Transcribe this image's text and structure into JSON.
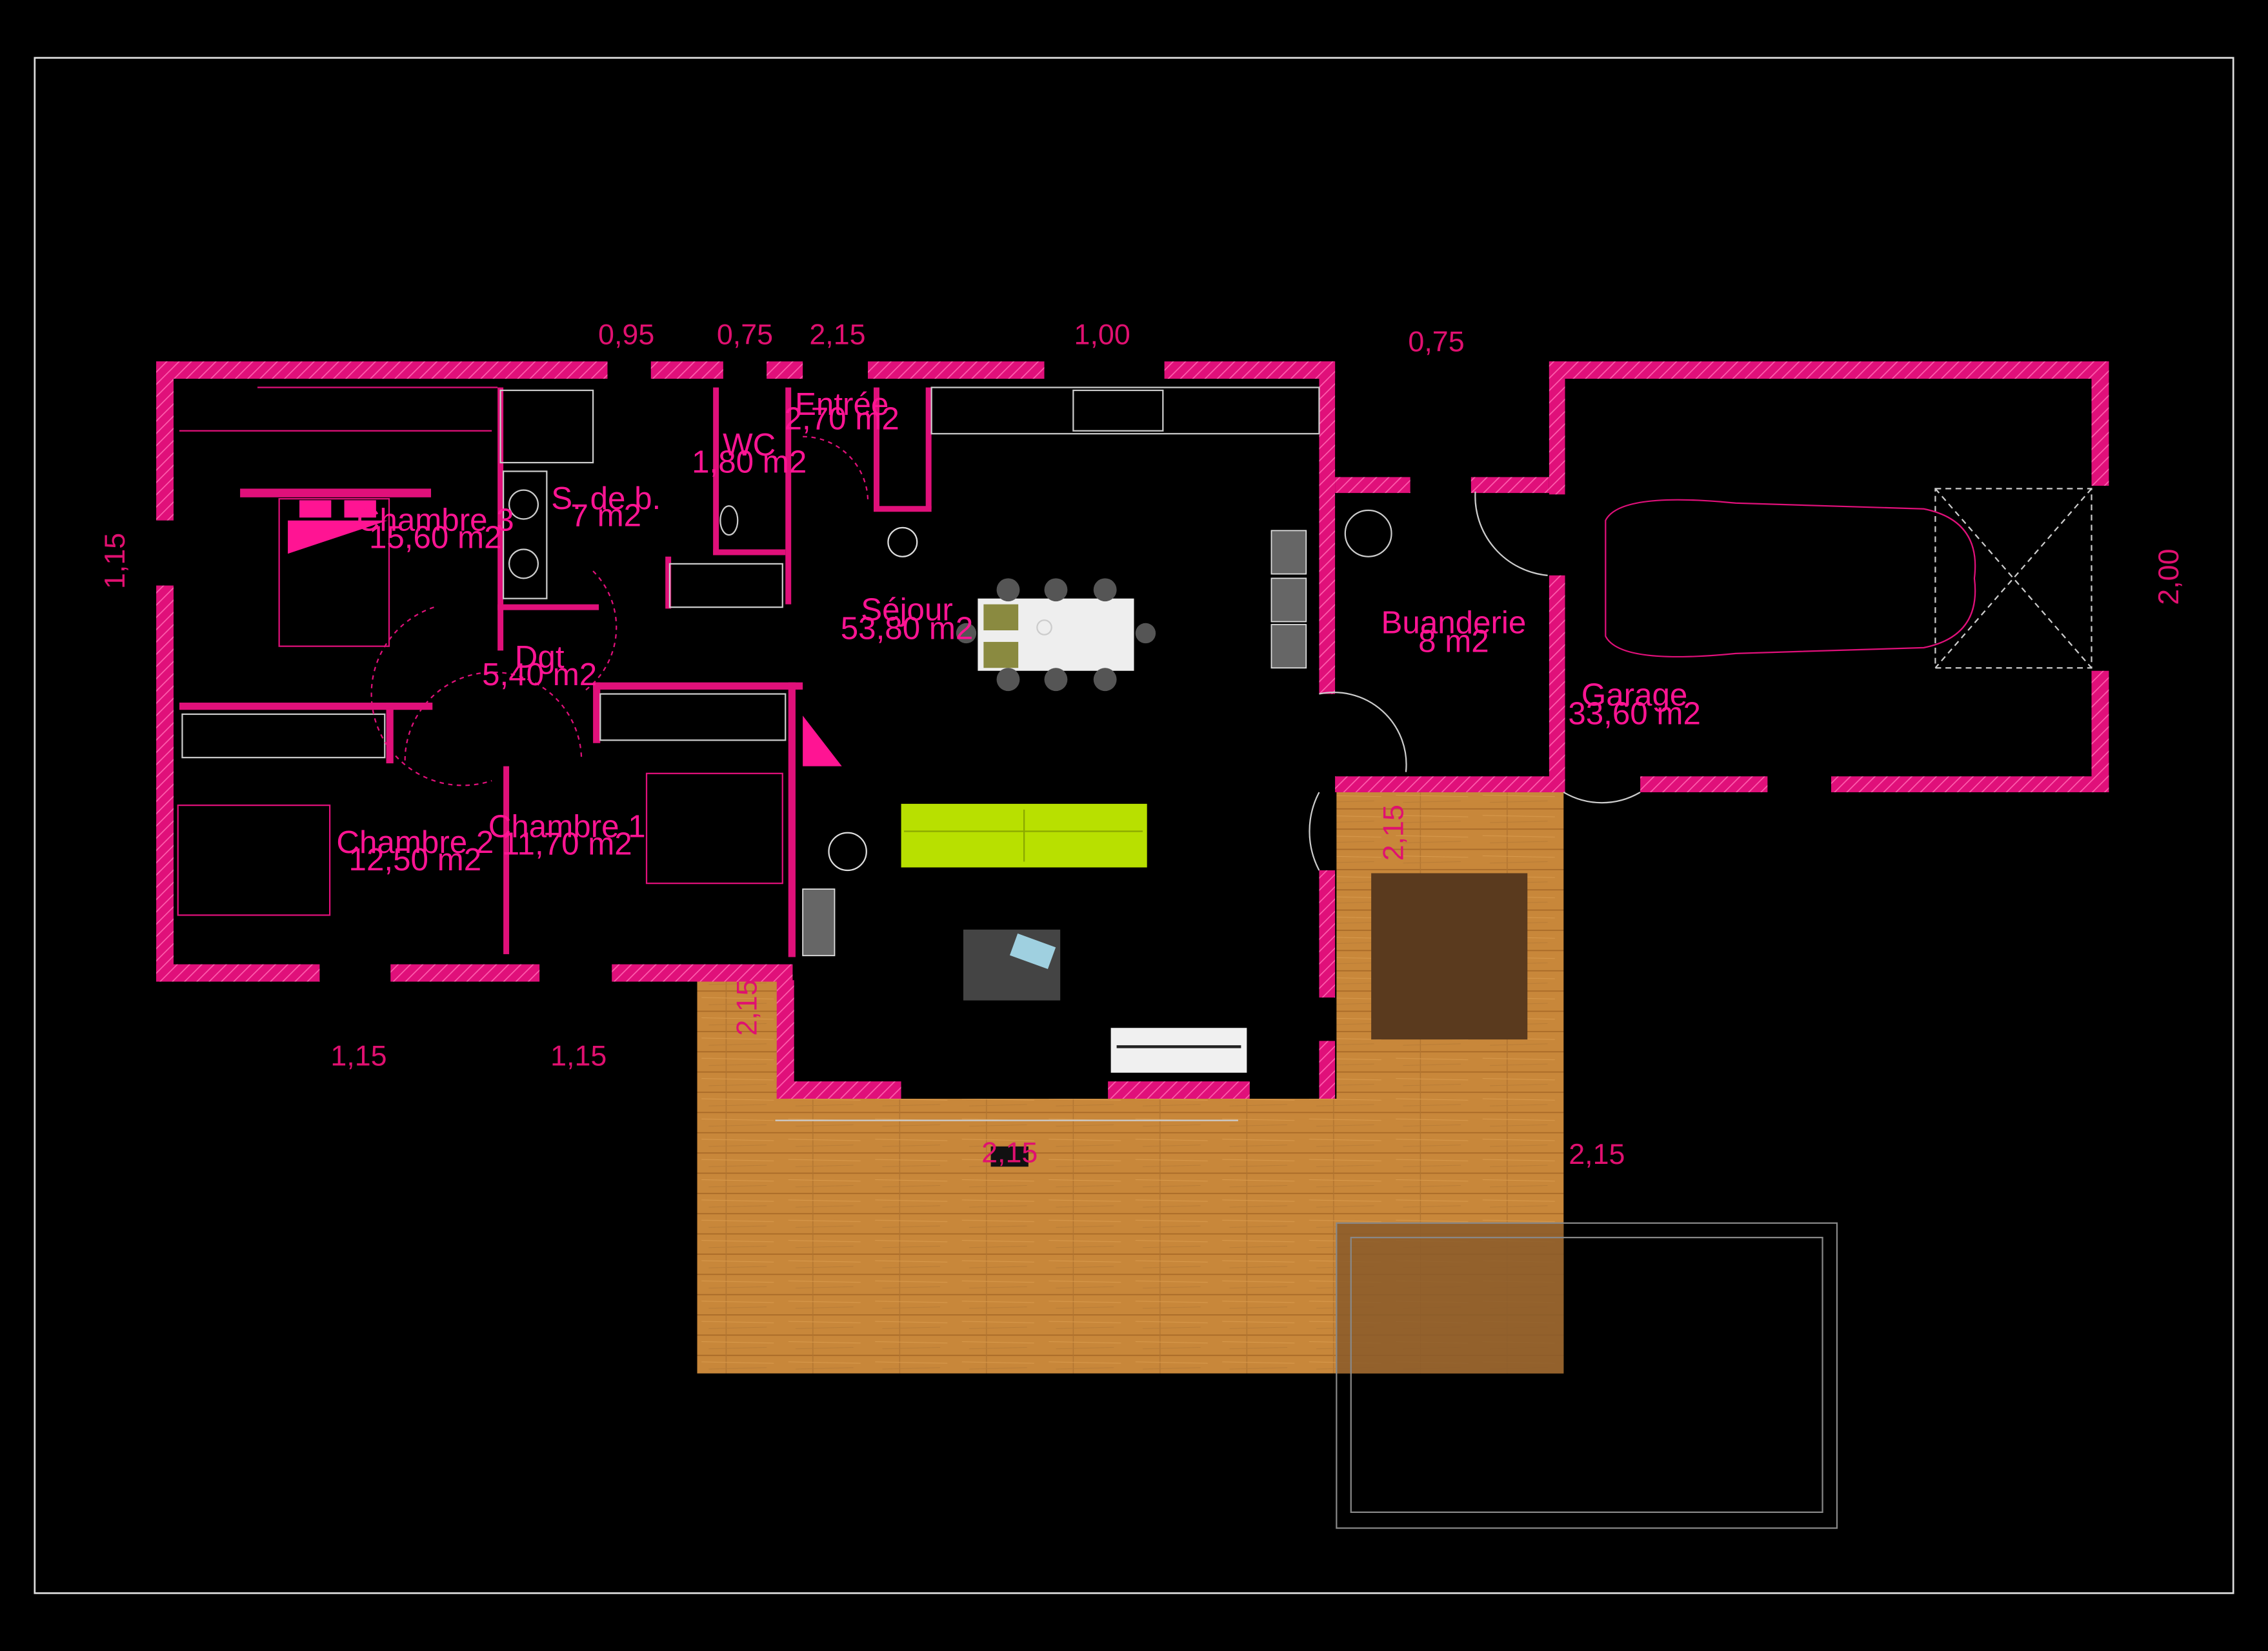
{
  "rooms": {
    "chambre3": {
      "name": "Chambre 3",
      "area": "15,60 m2"
    },
    "sdb": {
      "name": "S. de b.",
      "area": "7 m2"
    },
    "wc": {
      "name": "WC",
      "area": "1,80 m2"
    },
    "entree": {
      "name": "Entrée",
      "area": "2,70 m2"
    },
    "sejour": {
      "name": "Séjour",
      "area": "53,80 m2"
    },
    "dgt": {
      "name": "Dgt",
      "area": "5,40 m2"
    },
    "chambre2": {
      "name": "Chambre 2",
      "area": "12,50 m2"
    },
    "chambre1": {
      "name": "Chambre 1",
      "area": "11,70 m2"
    },
    "buanderie": {
      "name": "Buanderie",
      "area": "8 m2"
    },
    "garage": {
      "name": "Garage",
      "area": "33,60 m2"
    }
  },
  "dimensions": {
    "top_095": "0,95",
    "top_075": "0,75",
    "top_215": "2,15",
    "top_100": "1,00",
    "top_075_right": "0,75",
    "left_115": "1,15",
    "right_200": "2,00",
    "bottom_115_a": "1,15",
    "bottom_115_b": "1,15",
    "terrace_215_a": "2,15",
    "terrace_215_b": "2,15",
    "terrace_215_c": "2,15",
    "terrace_215_d": "2,15"
  },
  "colors": {
    "wall": "#e0107a",
    "label": "#ff1493",
    "sofa": "#b8e000",
    "deck": "#c8873a"
  }
}
